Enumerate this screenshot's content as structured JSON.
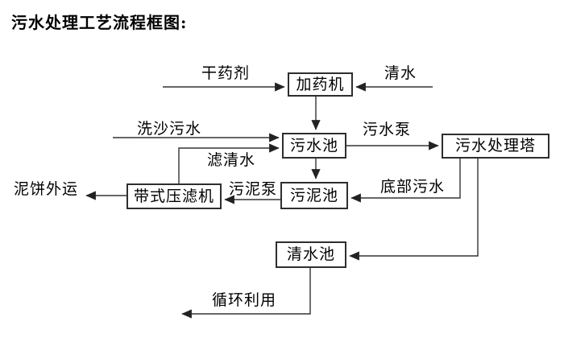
{
  "title": "污水处理工艺流程框图:",
  "colors": {
    "background": "#ffffff",
    "line": "#333333",
    "box_border": "#2e2e2e",
    "text": "#000000"
  },
  "diagram": {
    "type": "flowchart",
    "nodes": [
      {
        "id": "dosing-machine",
        "label": "加药机"
      },
      {
        "id": "sewage-pool",
        "label": "污水池"
      },
      {
        "id": "sewage-treatment-tower",
        "label": "污水处理塔"
      },
      {
        "id": "sludge-pool",
        "label": "污泥池"
      },
      {
        "id": "belt-filter-press",
        "label": "带式压滤机"
      },
      {
        "id": "clean-water-pool",
        "label": "清水池"
      }
    ],
    "flows": [
      {
        "label": "干药剂",
        "from": "external-input",
        "to": "加药机"
      },
      {
        "label": "清水",
        "from": "external-input",
        "to": "加药机"
      },
      {
        "label": "",
        "from": "加药机",
        "to": "污水池"
      },
      {
        "label": "洗沙污水",
        "from": "external-input",
        "to": "污水池"
      },
      {
        "label": "滤清水",
        "from": "带式压滤机",
        "to": "污水池"
      },
      {
        "label": "污水泵",
        "from": "污水池",
        "to": "污水处理塔"
      },
      {
        "label": "",
        "from": "污水池",
        "to": "污泥池"
      },
      {
        "label": "底部污水",
        "from": "污水处理塔",
        "to": "污泥池"
      },
      {
        "label": "污泥泵",
        "from": "污泥池",
        "to": "带式压滤机"
      },
      {
        "label": "泥饼外运",
        "from": "带式压滤机",
        "to": "external-output"
      },
      {
        "label": "",
        "from": "污水处理塔",
        "to": "清水池"
      },
      {
        "label": "循环利用",
        "from": "清水池",
        "to": "external-output"
      }
    ]
  }
}
